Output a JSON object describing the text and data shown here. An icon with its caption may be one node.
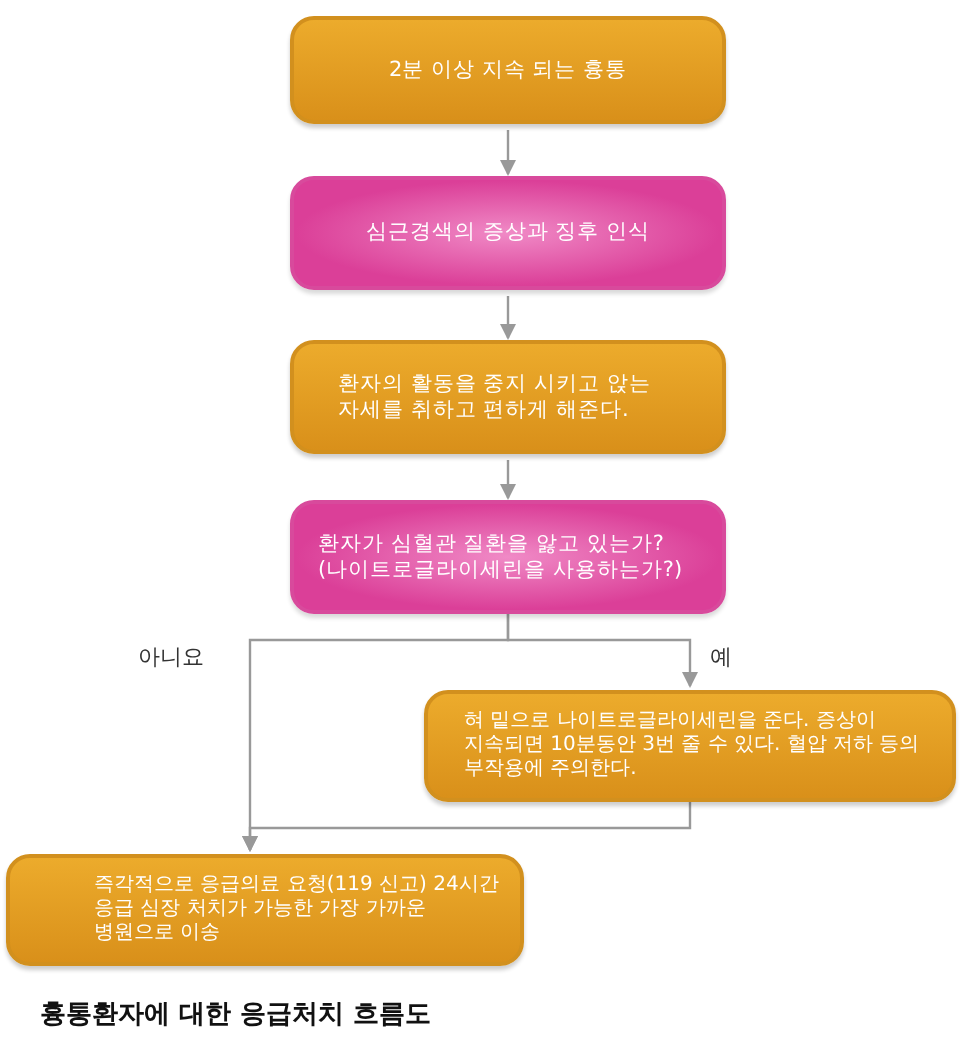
{
  "diagram": {
    "caption": "흉통환자에 대한 응급처치 흐름도",
    "nodes": [
      {
        "text": [
          "2분 이상 지속 되는 흉통"
        ]
      },
      {
        "text": [
          "심근경색의 증상과 징후 인식"
        ]
      },
      {
        "text": [
          "환자의 활동을 중지 시키고 앉는 자세를 취하고 편하게 해준다."
        ]
      },
      {
        "text": [
          "환자가 심혈관 질환을 앓고 있는가? (나이트로글라이세린을 사용하는가?)"
        ]
      },
      {
        "text": [
          "혀 밑으로 나이트로글라이세린을 준다. 증상이 지속되면 10분동안 3번 줄 수 있다. 혈압 저하 등의 부작용에 주의한다."
        ]
      },
      {
        "text": [
          "즉각적으로 응급의료 요청(119 신고) 24시간 응급 심장 처치가 가능한 가장 가까운 병원으로 이송"
        ]
      }
    ],
    "edges": [
      {
        "from": 0,
        "to": 1,
        "arrow": "to"
      },
      {
        "from": 1,
        "to": 2,
        "arrow": "to"
      },
      {
        "from": 2,
        "to": 3,
        "arrow": "to"
      },
      {
        "from": 3,
        "to": 4,
        "arrow": "to",
        "label": "예"
      },
      {
        "from": 3,
        "to": 5,
        "arrow": "to",
        "label": "아니요"
      },
      {
        "from": 4,
        "to": 5,
        "arrow": "to"
      }
    ]
  }
}
